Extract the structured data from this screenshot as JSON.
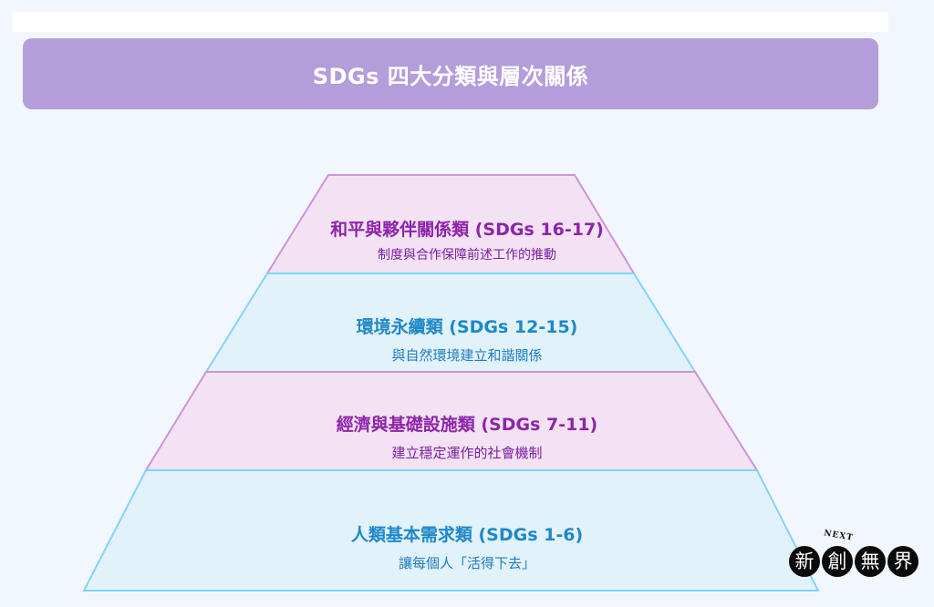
{
  "title": "SDGs 四大分類與層次關係",
  "layers": [
    {
      "title": "和平與夥伴關係類 (SDGs 16-17)",
      "subtitle": "制度與合作保障前述工作的推動"
    },
    {
      "title": "環境永續類 (SDGs 12-15)",
      "subtitle": "與自然環境建立和諧關係"
    },
    {
      "title": "經濟與基礎設施類 (SDGs 7-11)",
      "subtitle": "建立穩定運作的社會機制"
    },
    {
      "title": "人類基本需求類 (SDGs 1-6)",
      "subtitle": "讓每個人「活得下去」"
    }
  ],
  "logo": {
    "tag": "NEXT",
    "chars": [
      "新",
      "創",
      "無",
      "界"
    ]
  },
  "colors": {
    "title_bar": "#b39ddb",
    "purple_fill": "#f3e2f4",
    "purple_stroke": "#ce93d8",
    "blue_fill": "#e1f2fb",
    "blue_stroke": "#81d4fa"
  }
}
